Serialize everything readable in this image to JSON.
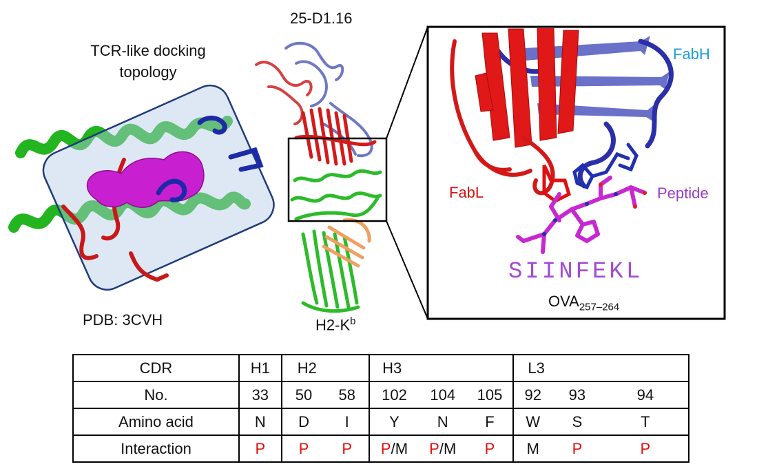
{
  "labels": {
    "docking_title_line1": "TCR-like docking",
    "docking_title_line2": "topology",
    "pdb": "PDB: 3CVH",
    "antibody": "25-D1.16",
    "mhc": "H2-K",
    "mhc_sup": "b",
    "fabh": "FabH",
    "fabl": "FabL",
    "peptide": "Peptide",
    "sequence": "SIINFEKL",
    "ova": "OVA",
    "ova_sub": "257–264"
  },
  "colors": {
    "helix_green": "#22b51f",
    "fabl_red": "#d81414",
    "fabh_blue": "#2b2fa8",
    "peptide_magenta": "#c93ad6",
    "fabh_label": "#1aa0d8",
    "p_red": "#e01010"
  },
  "table": {
    "row_headers": [
      "CDR",
      "No.",
      "Amino acid",
      "Interaction"
    ],
    "groups": [
      "H1",
      "H2",
      "H3",
      "L3"
    ],
    "numbers": [
      "33",
      "50",
      "58",
      "102",
      "104",
      "105",
      "92",
      "93",
      "94"
    ],
    "amino_acids": [
      "N",
      "D",
      "I",
      "Y",
      "N",
      "F",
      "W",
      "S",
      "T"
    ],
    "interactions": [
      {
        "p": "P",
        "rest": ""
      },
      {
        "p": "P",
        "rest": ""
      },
      {
        "p": "P",
        "rest": ""
      },
      {
        "p": "P",
        "rest": "/M"
      },
      {
        "p": "P",
        "rest": "/M"
      },
      {
        "p": "P",
        "rest": ""
      },
      {
        "p": "",
        "rest": "M"
      },
      {
        "p": "P",
        "rest": ""
      },
      {
        "p": "P",
        "rest": ""
      }
    ]
  }
}
